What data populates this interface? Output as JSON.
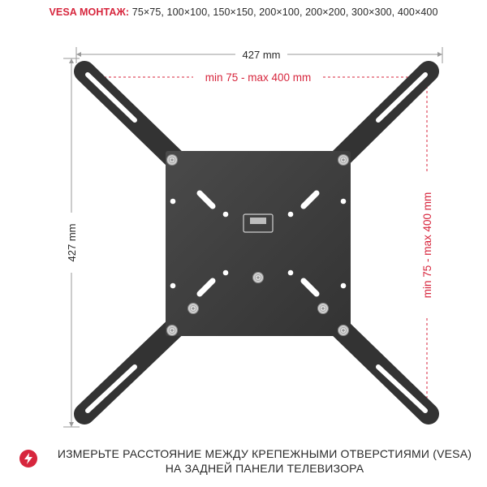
{
  "header": {
    "vesa_label": "VESA МОНТАЖ:",
    "vesa_sizes": "75×75, 100×100, 150×150, 200×100, 200×200, 300×300, 400×400"
  },
  "dimensions": {
    "width_label": "427 mm",
    "height_label": "427 mm",
    "range_horizontal": "min 75 - max 400 mm",
    "range_vertical": "min 75 - max 400 mm"
  },
  "footer": {
    "line1": "ИЗМЕРЬТЕ РАССТОЯНИЕ МЕЖДУ КРЕПЕЖНЫМИ ОТВЕРСТИЯМИ (VESA)",
    "line2": "НА ЗАДНЕЙ ПАНЕЛИ ТЕЛЕВИЗОРА",
    "icon": "lightning-icon"
  },
  "colors": {
    "accent_red": "#d7263d",
    "metal": "#3c3c3c",
    "dimension_line": "#9a9a9a"
  }
}
